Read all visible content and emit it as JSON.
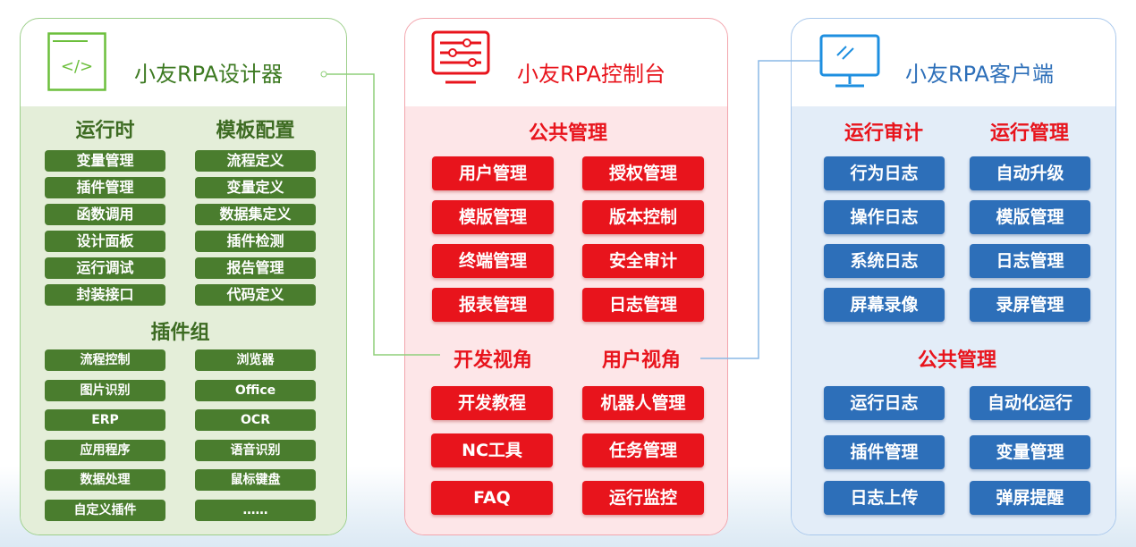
{
  "designer": {
    "title": "小友RPA设计器",
    "runtime": {
      "heading": "运行时",
      "items": [
        "变量管理",
        "插件管理",
        "函数调用",
        "设计面板",
        "运行调试",
        "封装接口"
      ]
    },
    "template": {
      "heading": "模板配置",
      "items": [
        "流程定义",
        "变量定义",
        "数据集定义",
        "插件检测",
        "报告管理",
        "代码定义"
      ]
    },
    "plugins": {
      "heading": "插件组",
      "left": [
        "流程控制",
        "图片识别",
        "ERP",
        "应用程序",
        "数据处理",
        "自定义插件"
      ],
      "right": [
        "浏览器",
        "Office",
        "OCR",
        "语音识别",
        "鼠标键盘",
        "……"
      ]
    }
  },
  "console": {
    "title": "小友RPA控制台",
    "public": {
      "heading": "公共管理",
      "left": [
        "用户管理",
        "模版管理",
        "终端管理",
        "报表管理"
      ],
      "right": [
        "授权管理",
        "版本控制",
        "安全审计",
        "日志管理"
      ]
    },
    "dev": {
      "heading": "开发视角",
      "items": [
        "开发教程",
        "NC工具",
        "FAQ"
      ]
    },
    "user": {
      "heading": "用户视角",
      "items": [
        "机器人管理",
        "任务管理",
        "运行监控"
      ]
    }
  },
  "client": {
    "title": "小友RPA客户端",
    "audit": {
      "heading": "运行审计",
      "items": [
        "行为日志",
        "操作日志",
        "系统日志",
        "屏幕录像"
      ]
    },
    "manage": {
      "heading": "运行管理",
      "items": [
        "自动升级",
        "模版管理",
        "日志管理",
        "录屏管理"
      ]
    },
    "public": {
      "heading": "公共管理",
      "left": [
        "运行日志",
        "插件管理",
        "日志上传"
      ],
      "right": [
        "自动化运行",
        "变量管理",
        "弹屏提醒"
      ]
    }
  },
  "colors": {
    "green": "#4a7d2e",
    "red": "#e8141c",
    "blue": "#2d6fb9"
  }
}
